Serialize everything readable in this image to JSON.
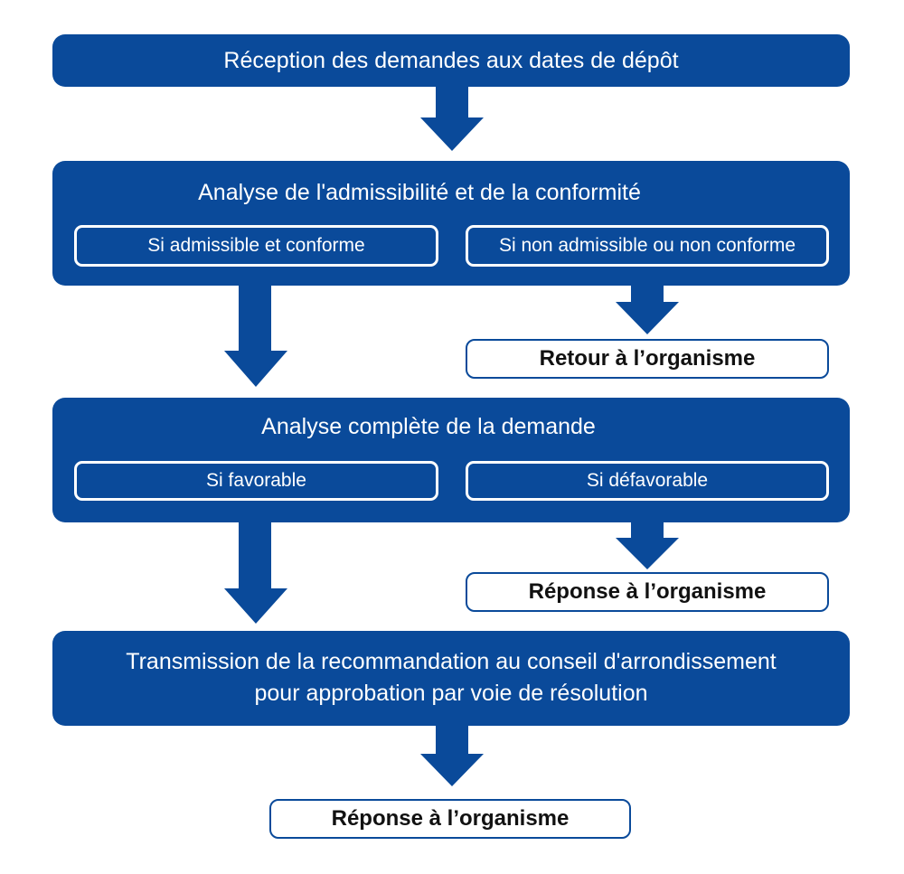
{
  "colors": {
    "primary": "#0a4a9a",
    "background": "#ffffff",
    "text_light": "#ffffff",
    "text_dark": "#111111"
  },
  "step1": {
    "title": "Réception des demandes aux dates de dépôt"
  },
  "step2": {
    "title": "Analyse de l'admissibilité et de la conformité",
    "option_yes": "Si admissible et conforme",
    "option_no": "Si non admissible ou non conforme",
    "outcome_no": "Retour à l’organisme"
  },
  "step3": {
    "title": "Analyse complète de la demande",
    "option_yes": "Si favorable",
    "option_no": "Si défavorable",
    "outcome_no": "Réponse à l’organisme"
  },
  "step4": {
    "title_line1": "Transmission de la recommandation au conseil d'arrondissement",
    "title_line2": "pour approbation par voie de résolution"
  },
  "final": {
    "outcome": "Réponse à l’organisme"
  }
}
